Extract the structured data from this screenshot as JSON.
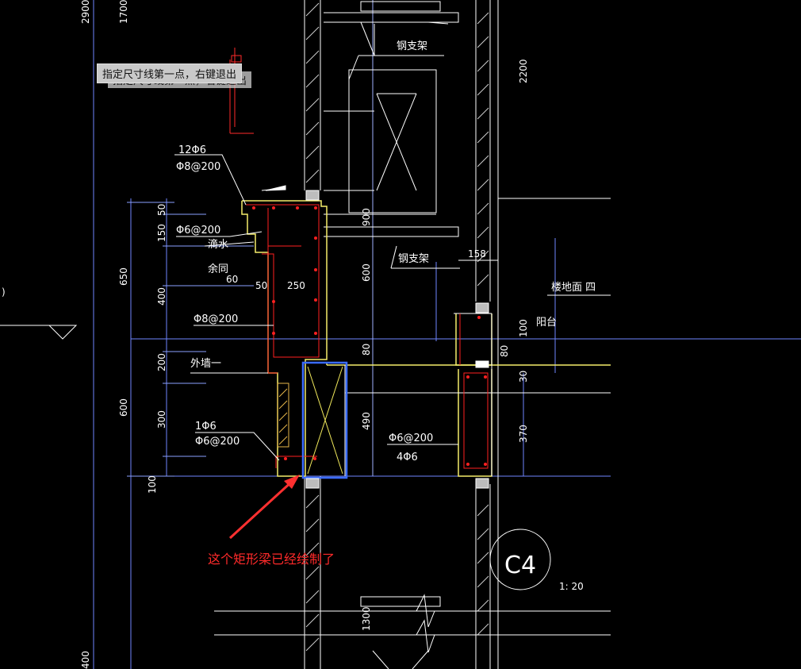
{
  "window": {
    "title": ""
  },
  "prompt": {
    "text": "指定尺寸线第一点，右键退出"
  },
  "dims": {
    "d2900": "2900",
    "d1700": "1700",
    "d2200": "2200",
    "d50": "50",
    "d150": "150",
    "d650": "650",
    "d400": "400",
    "d200": "200",
    "d600": "600",
    "d300": "300",
    "d100": "100",
    "d900": "900",
    "d600b": "600",
    "d80": "80",
    "d490": "490",
    "d158": "158",
    "d100b": "100",
    "d80b": "80",
    "d30": "30",
    "d370": "370",
    "d50b": "50",
    "d250": "250",
    "d60": "60",
    "d1300": "1300",
    "d400b": "400"
  },
  "labels": {
    "steel1": "钢支架",
    "steel2": "钢支架",
    "rebar1": "12Φ6",
    "rebar2": "Φ8@200",
    "rebar3": "Φ6@200",
    "drip": "滴水",
    "same": "余同",
    "rebar4": "Φ8@200",
    "wall": "外墙一",
    "rebar5": "1Φ6",
    "rebar6": "Φ6@200",
    "rebar7": "Φ6@200",
    "rebar8": "4Φ6",
    "floor": "楼地面 四",
    "balcony": "阳台",
    "detail": "C4",
    "scale": "1: 20"
  },
  "annotation": {
    "text": "这个矩形梁已经绘制了"
  },
  "colors": {
    "bg": "#000000",
    "line": "#ffffff",
    "rebar": "#ff2020",
    "outline": "#ffff66",
    "dimline": "#7f9cff",
    "beam": "#3a6bff",
    "arrow": "#ff3030"
  }
}
